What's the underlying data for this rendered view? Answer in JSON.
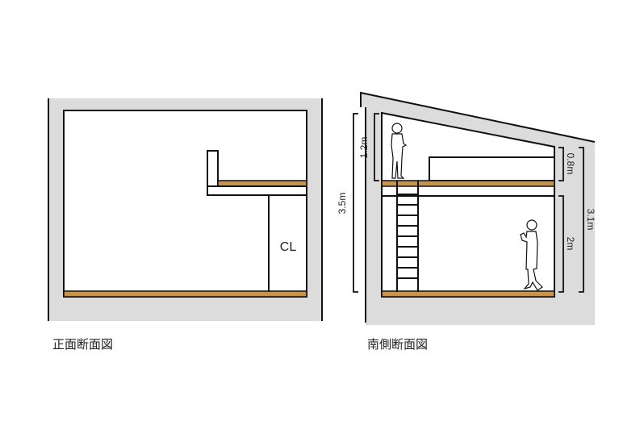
{
  "front_section": {
    "caption": "正面断面図",
    "closet_label": "CL"
  },
  "south_section": {
    "caption": "南側断面図",
    "dimensions": {
      "total_height_left": "3.5m",
      "loft_height": "1.2m",
      "loft_right_height": "0.8m",
      "lower_height": "2m",
      "total_height_right": "3.1m"
    }
  },
  "colors": {
    "wall": "#dcdcdc",
    "floor": "#c8944a",
    "line": "#111111"
  }
}
